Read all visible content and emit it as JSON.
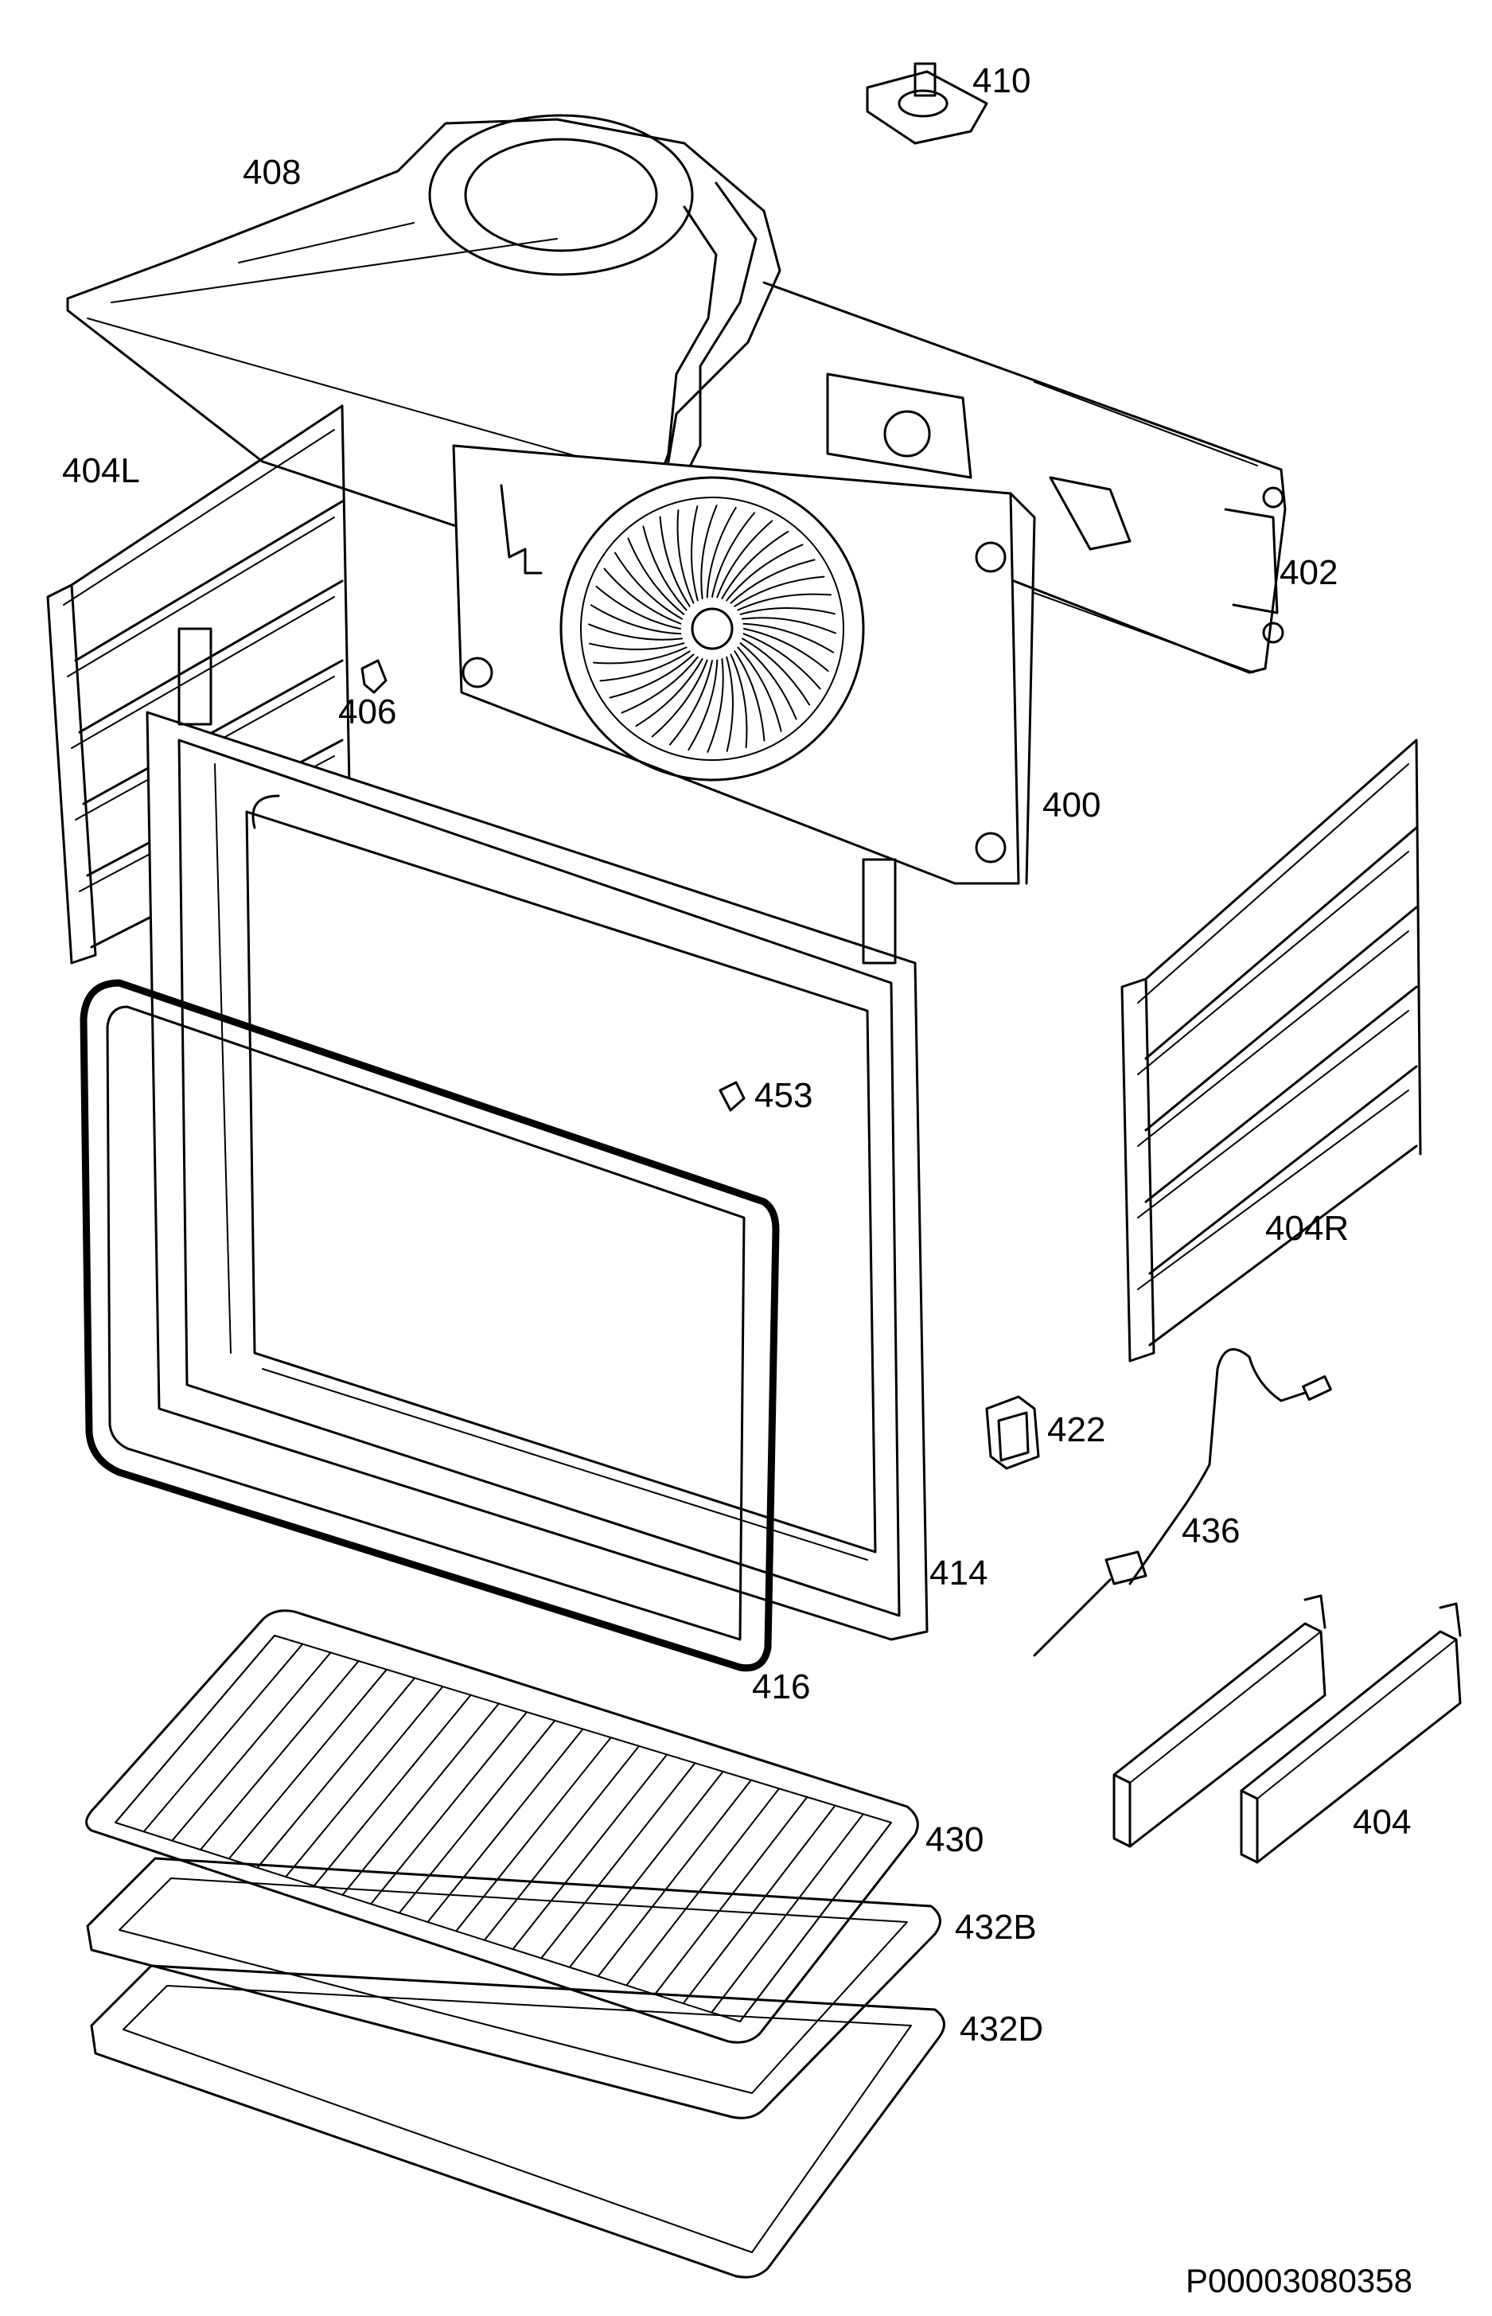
{
  "labels": {
    "p410": "410",
    "p408": "408",
    "p404L": "404L",
    "p402": "402",
    "p406": "406",
    "p400": "400",
    "p453": "453",
    "p404R": "404R",
    "p422": "422",
    "p436": "436",
    "p414": "414",
    "p416": "416",
    "p430": "430",
    "p404": "404",
    "p432B": "432B",
    "p432D": "432D"
  },
  "reference": "P00003080358"
}
